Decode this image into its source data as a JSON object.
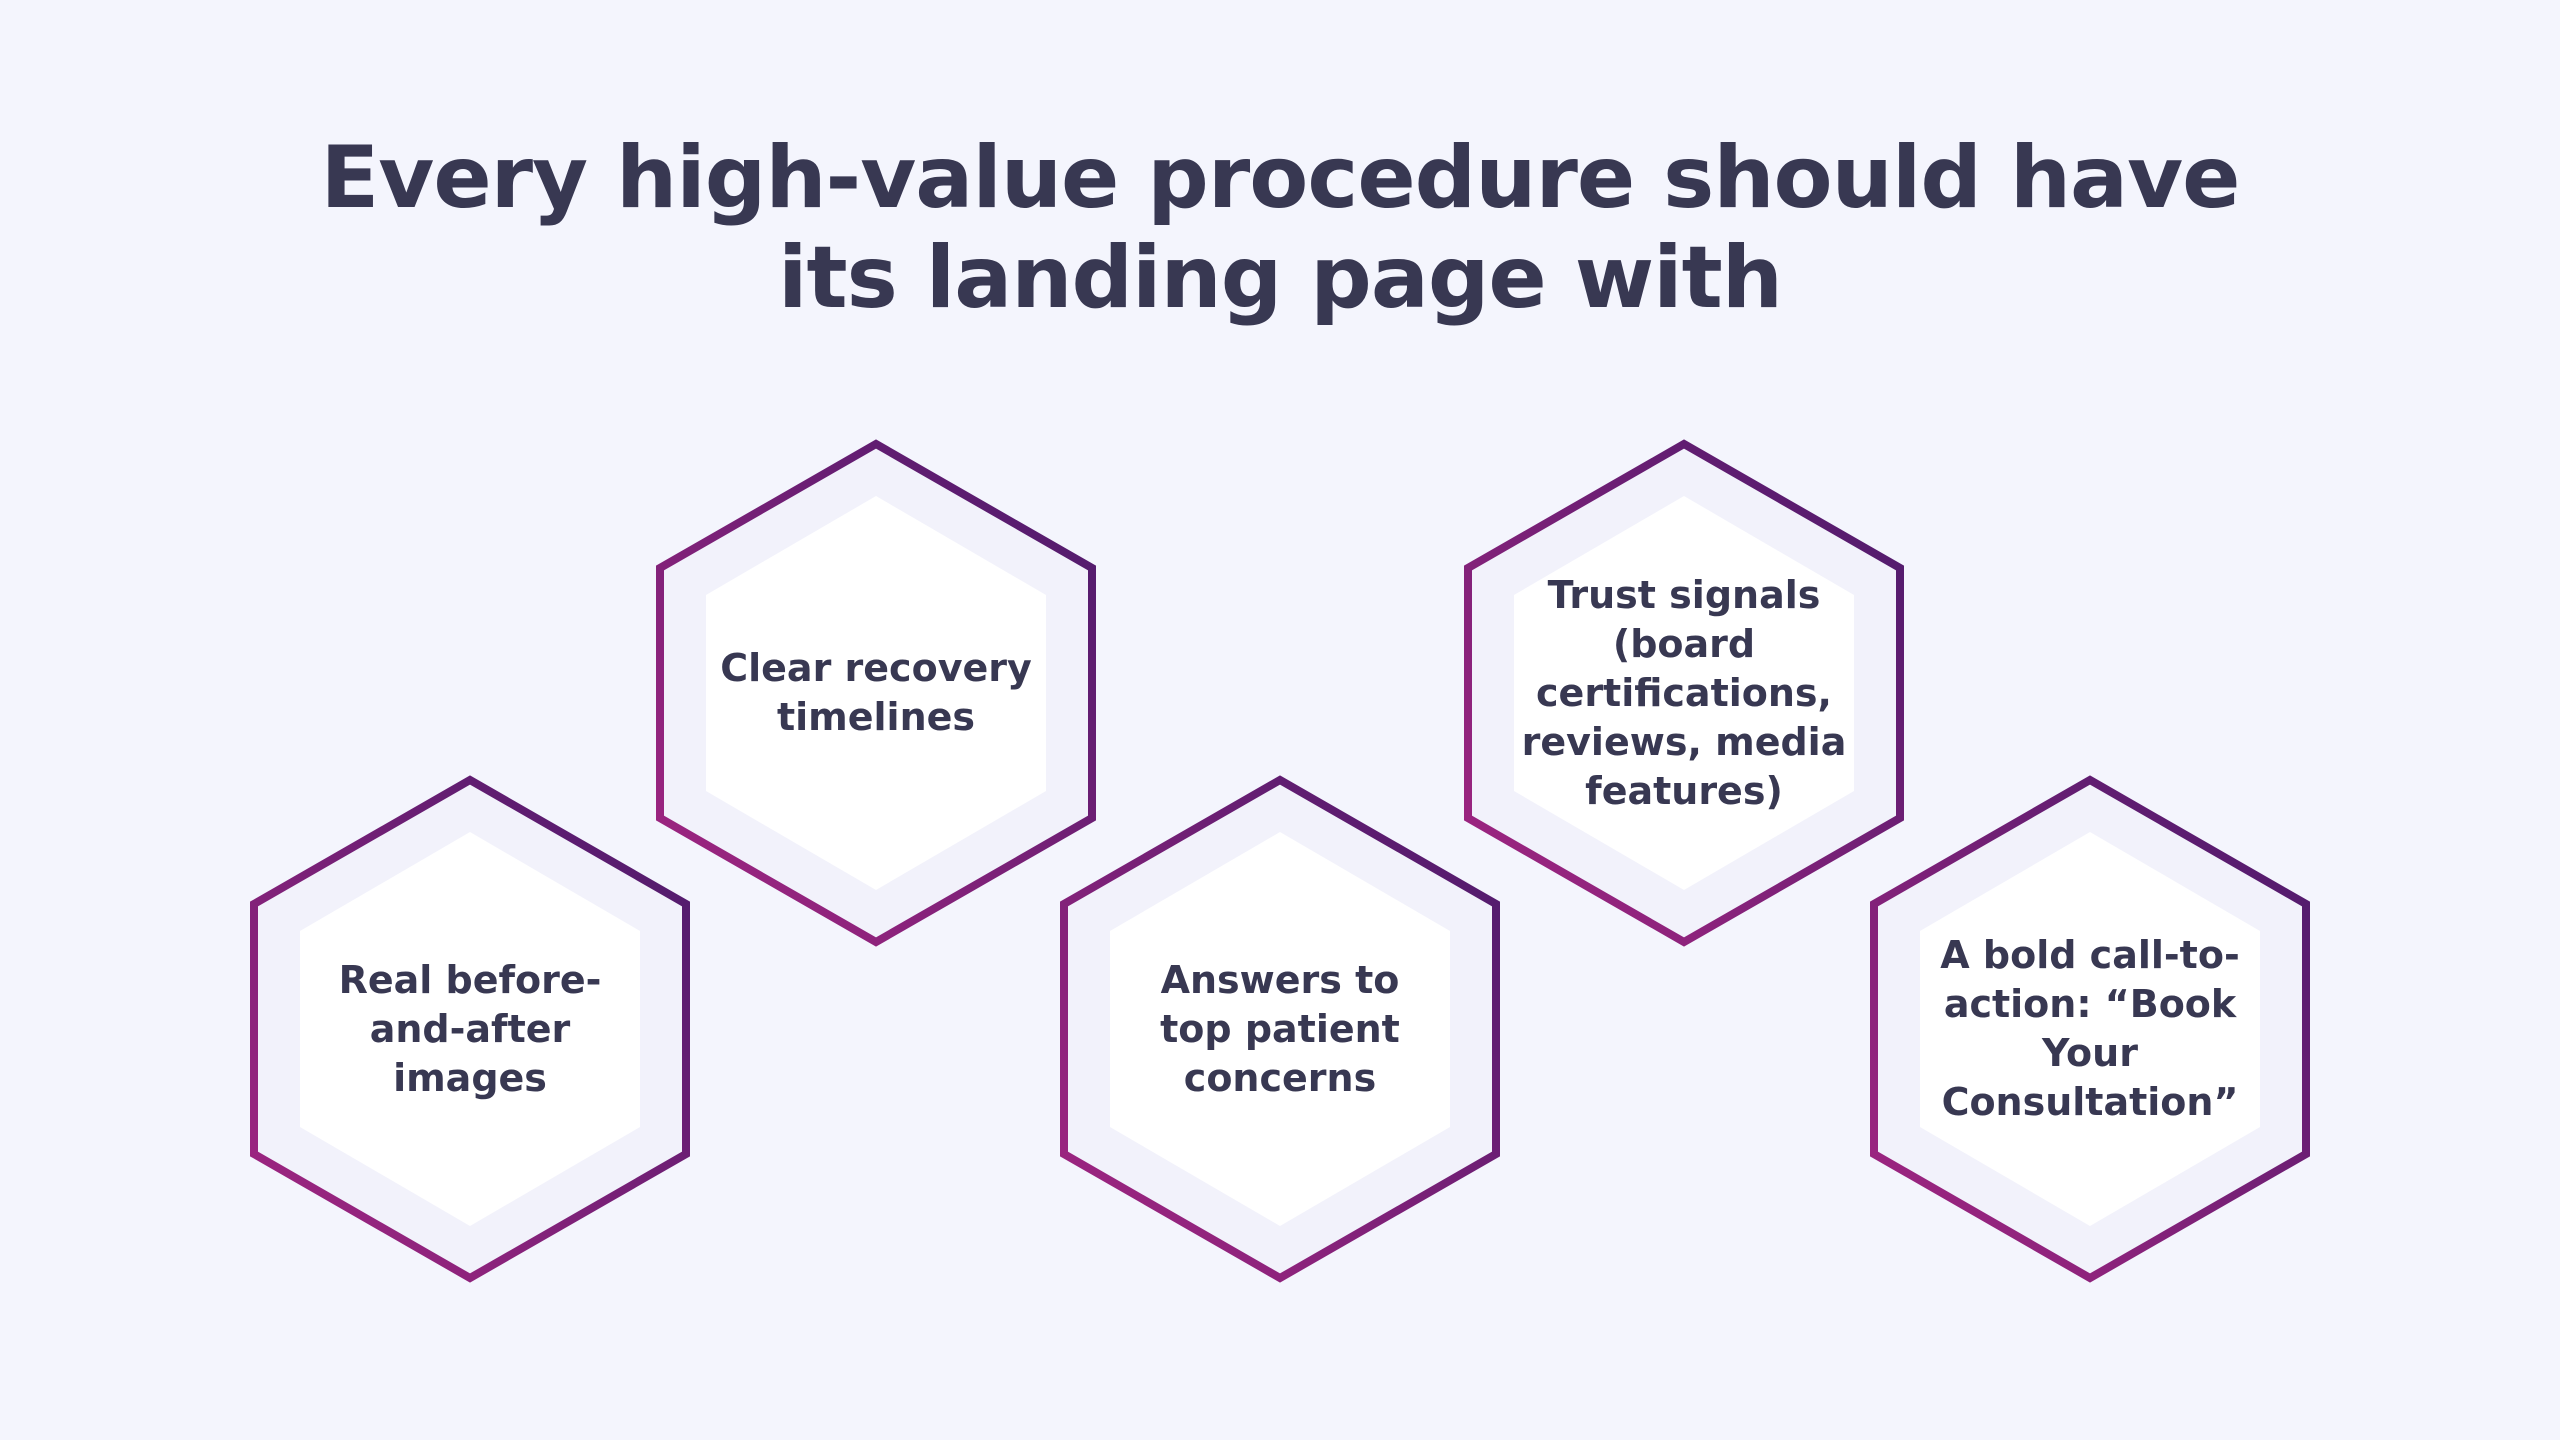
{
  "title": {
    "lines": [
      "Every high-value procedure should have",
      "its landing page with"
    ]
  },
  "colors": {
    "background": "#f4f5fd",
    "text": "#383852",
    "outline_dark": "#4a1a6b",
    "outline_light": "#a52682",
    "inner_band": "#f2f2fb",
    "inner_fill": "#ffffff"
  },
  "items": [
    {
      "lines": [
        "Real before-",
        "and-after",
        "images"
      ]
    },
    {
      "lines": [
        "Clear recovery",
        "timelines"
      ]
    },
    {
      "lines": [
        "Answers to",
        "top patient",
        "concerns"
      ]
    },
    {
      "lines": [
        "Trust signals",
        "(board",
        "certifications,",
        "reviews, media",
        "features)"
      ]
    },
    {
      "lines": [
        "A bold call-to-",
        "action: “Book",
        "Your",
        "Consultation”"
      ]
    }
  ]
}
